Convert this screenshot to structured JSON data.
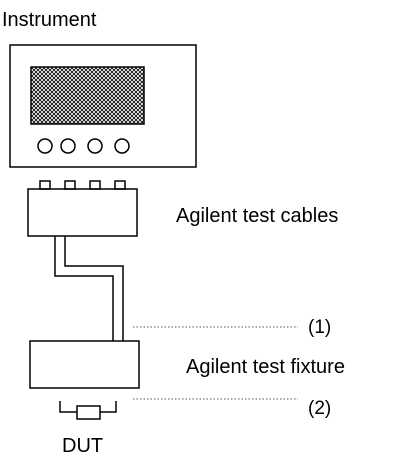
{
  "title": "Instrument",
  "cables_label": "Agilent test cables",
  "fixture_label": "Agilent test fixture",
  "ref1_label": "(1)",
  "ref2_label": "(2)",
  "dut_label": "DUT",
  "colors": {
    "line": "#000000",
    "leader": "#555555",
    "background": "#ffffff"
  }
}
